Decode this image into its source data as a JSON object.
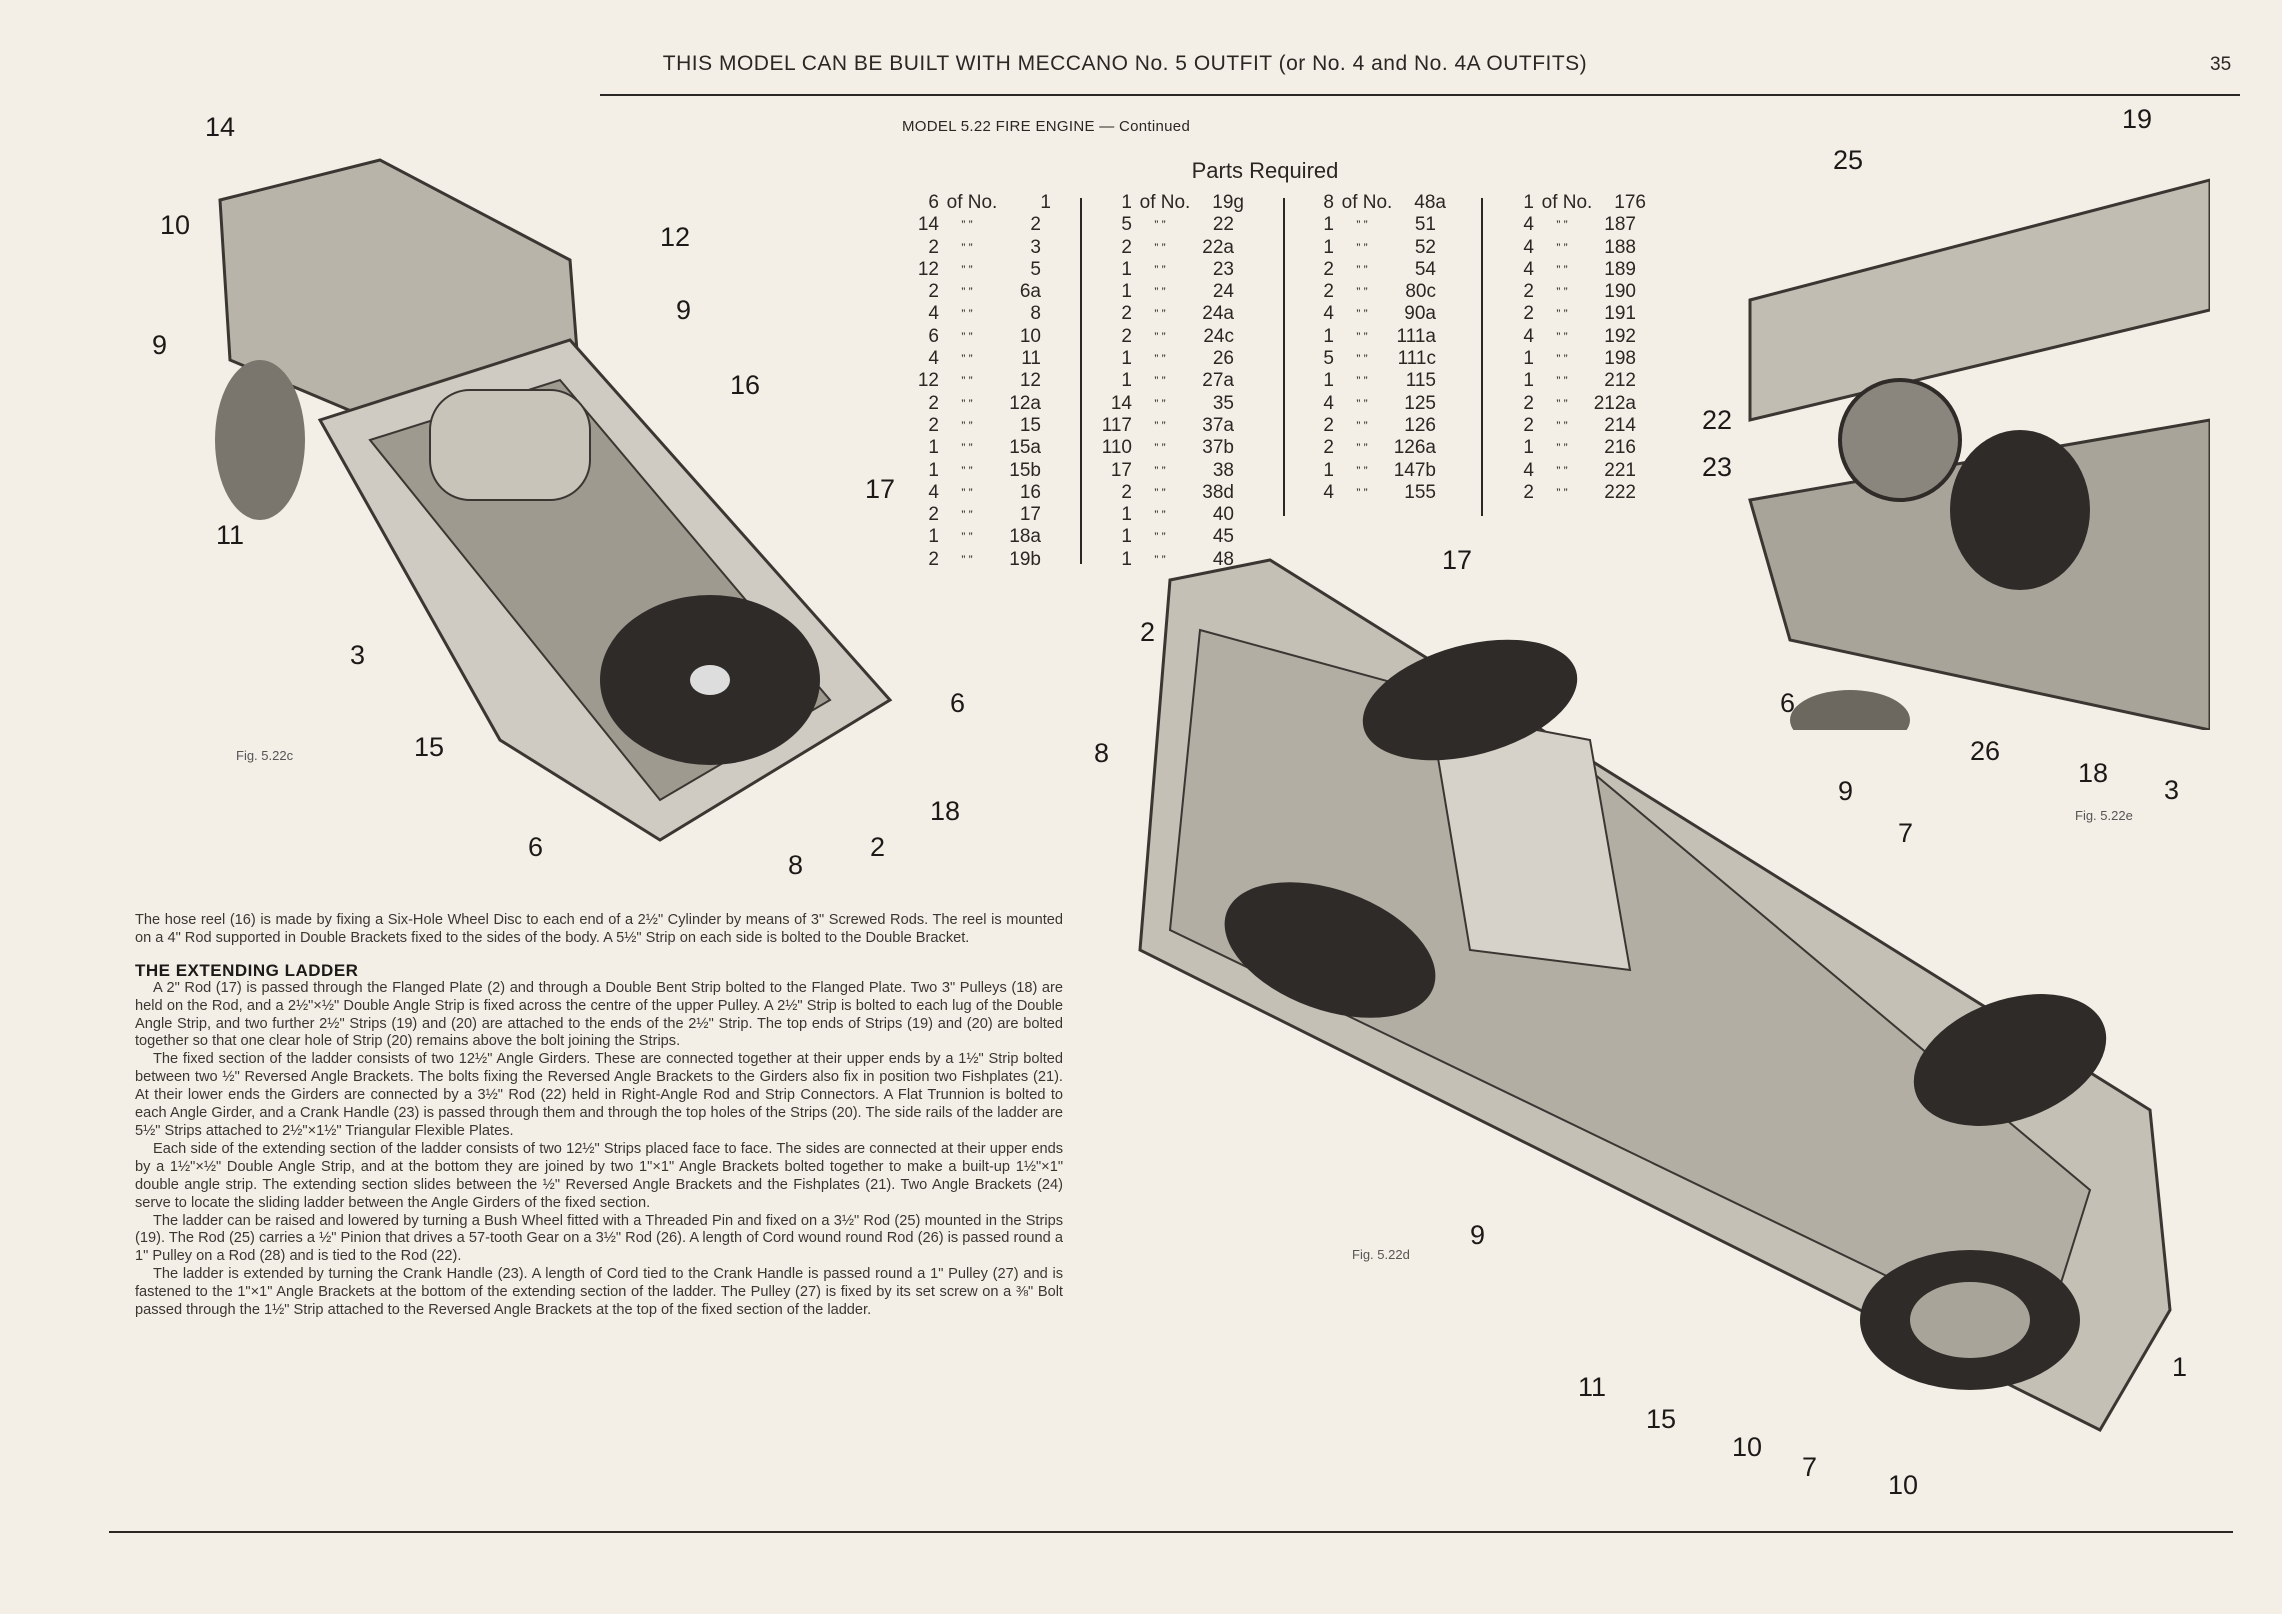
{
  "header": {
    "title": "THIS MODEL CAN BE BUILT WITH MECCANO No. 5 OUTFIT (or No. 4 and No. 4A OUTFITS)",
    "page_number": "35"
  },
  "model_heading": "MODEL 5.22  FIRE ENGINE — Continued",
  "parts": {
    "title": "Parts Required",
    "of_no": "of No.",
    "ditto": "”   ”",
    "columns": [
      [
        [
          "6",
          "1"
        ],
        [
          "14",
          "2"
        ],
        [
          "2",
          "3"
        ],
        [
          "12",
          "5"
        ],
        [
          "2",
          "6a"
        ],
        [
          "4",
          "8"
        ],
        [
          "6",
          "10"
        ],
        [
          "4",
          "11"
        ],
        [
          "12",
          "12"
        ],
        [
          "2",
          "12a"
        ],
        [
          "2",
          "15"
        ],
        [
          "1",
          "15a"
        ],
        [
          "1",
          "15b"
        ],
        [
          "4",
          "16"
        ],
        [
          "2",
          "17"
        ],
        [
          "1",
          "18a"
        ],
        [
          "2",
          "19b"
        ]
      ],
      [
        [
          "1",
          "19g"
        ],
        [
          "5",
          "22"
        ],
        [
          "2",
          "22a"
        ],
        [
          "1",
          "23"
        ],
        [
          "1",
          "24"
        ],
        [
          "2",
          "24a"
        ],
        [
          "2",
          "24c"
        ],
        [
          "1",
          "26"
        ],
        [
          "1",
          "27a"
        ],
        [
          "14",
          "35"
        ],
        [
          "117",
          "37a"
        ],
        [
          "110",
          "37b"
        ],
        [
          "17",
          "38"
        ],
        [
          "2",
          "38d"
        ],
        [
          "1",
          "40"
        ],
        [
          "1",
          "45"
        ],
        [
          "1",
          "48"
        ]
      ],
      [
        [
          "8",
          "48a"
        ],
        [
          "1",
          "51"
        ],
        [
          "1",
          "52"
        ],
        [
          "2",
          "54"
        ],
        [
          "2",
          "80c"
        ],
        [
          "4",
          "90a"
        ],
        [
          "1",
          "111a"
        ],
        [
          "5",
          "111c"
        ],
        [
          "1",
          "115"
        ],
        [
          "4",
          "125"
        ],
        [
          "2",
          "126"
        ],
        [
          "2",
          "126a"
        ],
        [
          "1",
          "147b"
        ],
        [
          "4",
          "155"
        ]
      ],
      [
        [
          "1",
          "176"
        ],
        [
          "4",
          "187"
        ],
        [
          "4",
          "188"
        ],
        [
          "4",
          "189"
        ],
        [
          "2",
          "190"
        ],
        [
          "2",
          "191"
        ],
        [
          "4",
          "192"
        ],
        [
          "1",
          "198"
        ],
        [
          "1",
          "212"
        ],
        [
          "2",
          "212a"
        ],
        [
          "2",
          "214"
        ],
        [
          "1",
          "216"
        ],
        [
          "4",
          "221"
        ],
        [
          "2",
          "222"
        ]
      ]
    ]
  },
  "figures": {
    "c": {
      "caption": "Fig. 5.22c",
      "callouts": [
        "14",
        "10",
        "12",
        "9",
        "9",
        "16",
        "17",
        "11",
        "3",
        "15",
        "6",
        "18",
        "6",
        "8",
        "2"
      ]
    },
    "e": {
      "caption": "Fig. 5.22e",
      "callouts": [
        "19",
        "25",
        "22",
        "23",
        "6",
        "26",
        "18",
        "3"
      ]
    },
    "d": {
      "caption": "Fig. 5.22d",
      "callouts": [
        "17",
        "2",
        "8",
        "9",
        "7",
        "9",
        "11",
        "15",
        "10",
        "7",
        "10",
        "1"
      ]
    }
  },
  "text": {
    "intro": "The hose reel (16) is made by fixing a Six-Hole Wheel Disc to each end of a 2½\" Cylinder by means of 3\" Screwed Rods. The reel is mounted on a 4\" Rod supported in Double Brackets fixed to the sides of the body. A 5½\" Strip on each side is bolted to the Double Bracket.",
    "heading": "THE EXTENDING LADDER",
    "paragraphs": [
      "A 2\" Rod (17) is passed through the Flanged Plate (2) and through a Double Bent Strip bolted to the Flanged Plate. Two 3\" Pulleys (18) are held on the Rod, and a 2½\"×½\" Double Angle Strip is fixed across the centre of the upper Pulley. A 2½\" Strip is bolted to each lug of the Double Angle Strip, and two further 2½\" Strips (19) and (20) are attached to the ends of the 2½\" Strip. The top ends of Strips (19) and (20) are bolted together so that one clear hole of Strip (20) remains above the bolt joining the Strips.",
      "The fixed section of the ladder consists of two 12½\" Angle Girders. These are connected together at their upper ends by a 1½\" Strip bolted between two ½\" Reversed Angle Brackets. The bolts fixing the Reversed Angle Brackets to the Girders also fix in position two Fishplates (21). At their lower ends the Girders are connected by a 3½\" Rod (22) held in Right-Angle Rod and Strip Connectors. A Flat Trunnion is bolted to each Angle Girder, and a Crank Handle (23) is passed through them and through the top holes of the Strips (20). The side rails of the ladder are 5½\" Strips attached to 2½\"×1½\" Triangular Flexible Plates.",
      "Each side of the extending section of the ladder consists of two 12½\" Strips placed face to face. The sides are connected at their upper ends by a 1½\"×½\" Double Angle Strip, and at the bottom they are joined by two 1\"×1\" Angle Brackets bolted together to make a built-up 1½\"×1\" double angle strip. The extending section slides between the ½\" Reversed Angle Brackets and the Fishplates (21). Two Angle Brackets (24) serve to locate the sliding ladder between the Angle Girders of the fixed section.",
      "The ladder can be raised and lowered by turning a Bush Wheel fitted with a Threaded Pin and fixed on a 3½\" Rod (25) mounted in the Strips (19). The Rod (25) carries a ½\" Pinion that drives a 57-tooth Gear on a 3½\" Rod (26). A length of Cord wound round Rod (26) is passed round a 1\" Pulley on a Rod (28) and is tied to the Rod (22).",
      "The ladder is extended by turning the Crank Handle (23). A length of Cord tied to the Crank Handle is passed round a 1\" Pulley (27) and is fastened to the 1\"×1\" Angle Brackets at the bottom of the extending section of the ladder. The Pulley (27) is fixed by its set screw on a ⅜\" Bolt passed through the 1½\" Strip attached to the Reversed Angle Brackets at the top of the fixed section of the ladder."
    ]
  }
}
